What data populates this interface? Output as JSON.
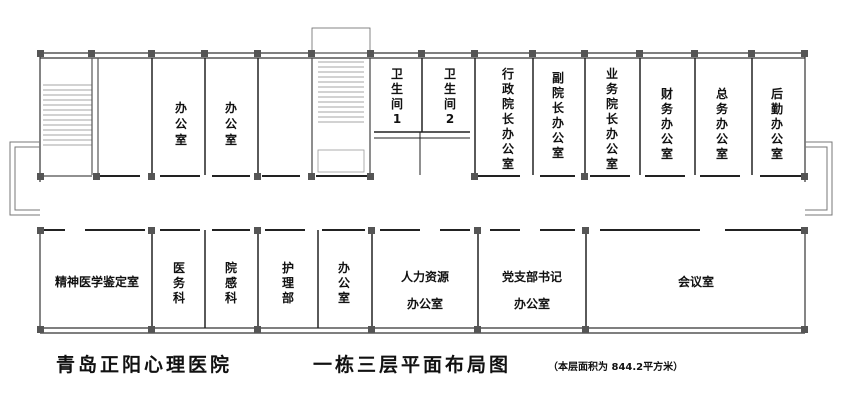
{
  "rooms_top": [
    {
      "name": "办公室"
    },
    {
      "name": "办公室"
    },
    {
      "name": "卫生间1"
    },
    {
      "name": "卫生间2"
    },
    {
      "name": "行政院长办公室"
    },
    {
      "name": "副院长办公室"
    },
    {
      "name": "业务院长办公室"
    },
    {
      "name": "财务办公室"
    },
    {
      "name": "总务办公室"
    },
    {
      "name": "后勤办公室"
    }
  ],
  "rooms_bottom": [
    {
      "name": "精神医学鉴定室"
    },
    {
      "name": "医务科"
    },
    {
      "name": "院感科"
    },
    {
      "name": "护理部"
    },
    {
      "name": "办公室"
    },
    {
      "name": "人力资源办公室"
    },
    {
      "name": "党支部书记办公室"
    },
    {
      "name": "会议室"
    }
  ],
  "title": {
    "hospital": "青岛正阳心理医院",
    "floor": "一栋三层平面布局图",
    "area_note": "（本层面积为 844.2平方米）"
  }
}
